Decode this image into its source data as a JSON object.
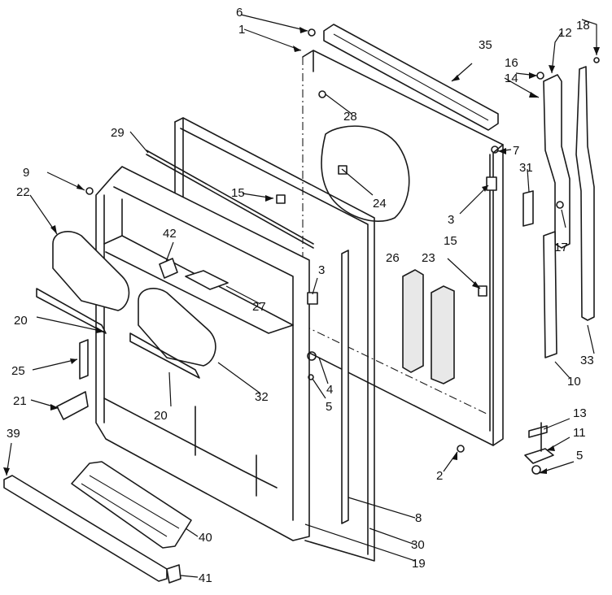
{
  "diagram": {
    "type": "exploded-parts-view",
    "callouts": [
      {
        "id": "1",
        "label": "1"
      },
      {
        "id": "2",
        "label": "2"
      },
      {
        "id": "3a",
        "label": "3"
      },
      {
        "id": "3b",
        "label": "3"
      },
      {
        "id": "4",
        "label": "4"
      },
      {
        "id": "5a",
        "label": "5"
      },
      {
        "id": "5b",
        "label": "5"
      },
      {
        "id": "6",
        "label": "6"
      },
      {
        "id": "7",
        "label": "7"
      },
      {
        "id": "8",
        "label": "8"
      },
      {
        "id": "9",
        "label": "9"
      },
      {
        "id": "10",
        "label": "10"
      },
      {
        "id": "11",
        "label": "11"
      },
      {
        "id": "12",
        "label": "12"
      },
      {
        "id": "13",
        "label": "13"
      },
      {
        "id": "14",
        "label": "14"
      },
      {
        "id": "15a",
        "label": "15"
      },
      {
        "id": "15b",
        "label": "15"
      },
      {
        "id": "16",
        "label": "16"
      },
      {
        "id": "17",
        "label": "17"
      },
      {
        "id": "18",
        "label": "18"
      },
      {
        "id": "19",
        "label": "19"
      },
      {
        "id": "20a",
        "label": "20"
      },
      {
        "id": "20b",
        "label": "20"
      },
      {
        "id": "21",
        "label": "21"
      },
      {
        "id": "22",
        "label": "22"
      },
      {
        "id": "23",
        "label": "23"
      },
      {
        "id": "24",
        "label": "24"
      },
      {
        "id": "25",
        "label": "25"
      },
      {
        "id": "26",
        "label": "26"
      },
      {
        "id": "27",
        "label": "27"
      },
      {
        "id": "28",
        "label": "28"
      },
      {
        "id": "29",
        "label": "29"
      },
      {
        "id": "30",
        "label": "30"
      },
      {
        "id": "31",
        "label": "31"
      },
      {
        "id": "32",
        "label": "32"
      },
      {
        "id": "33",
        "label": "33"
      },
      {
        "id": "35",
        "label": "35"
      },
      {
        "id": "39",
        "label": "39"
      },
      {
        "id": "40",
        "label": "40"
      },
      {
        "id": "41",
        "label": "41"
      },
      {
        "id": "42",
        "label": "42"
      }
    ]
  }
}
